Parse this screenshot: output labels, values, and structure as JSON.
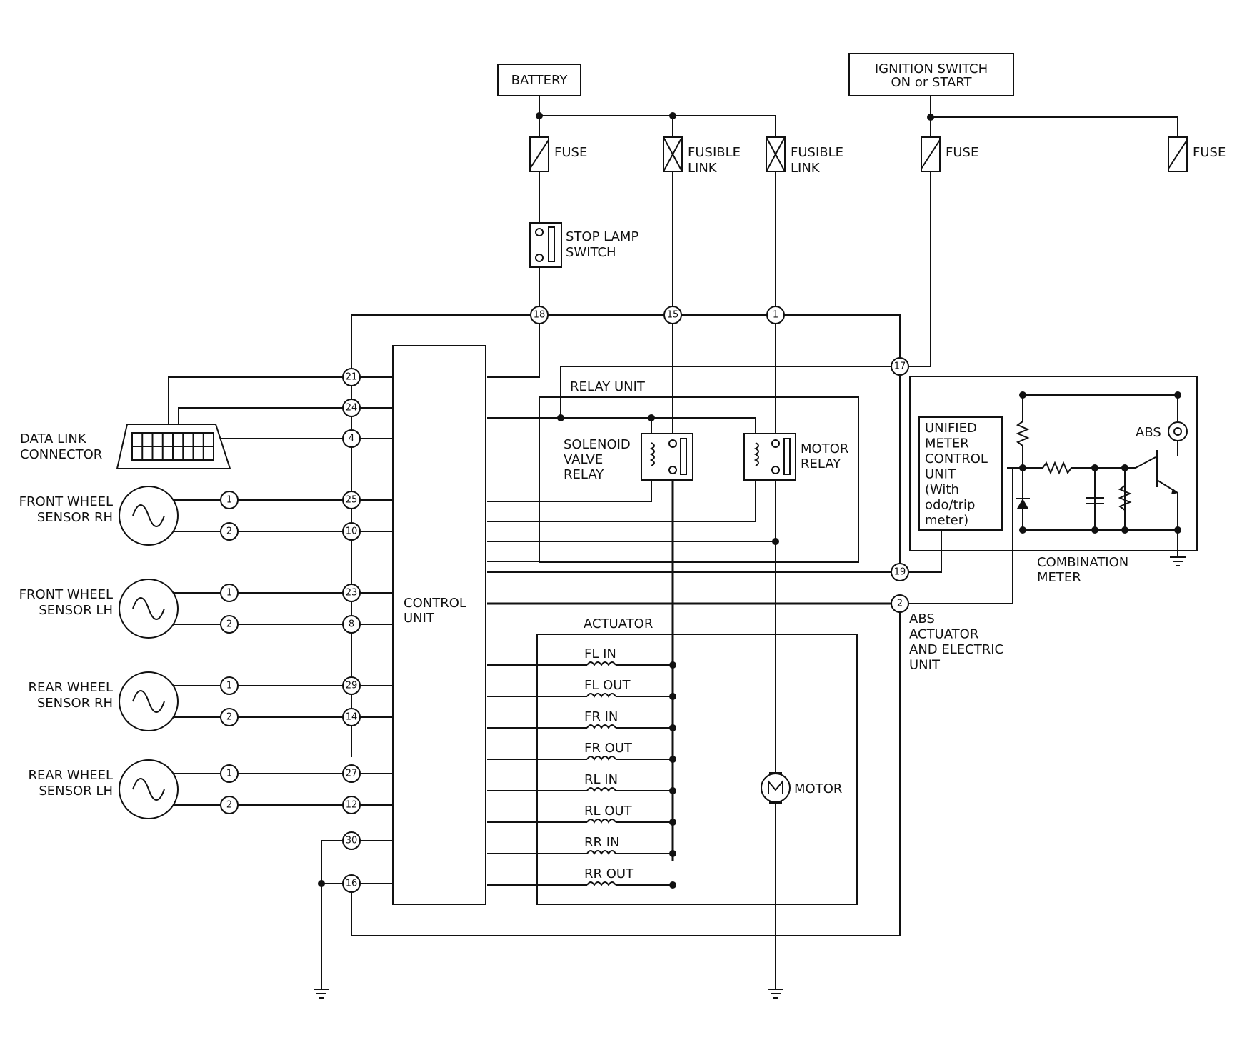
{
  "labels": {
    "battery": "BATTERY",
    "ignition_line1": "IGNITION SWITCH",
    "ignition_line2": "ON or START",
    "fuse": "FUSE",
    "fusible_line1": "FUSIBLE",
    "fusible_line2": "LINK",
    "stop_lamp_line1": "STOP LAMP",
    "stop_lamp_line2": "SWITCH",
    "relay_unit": "RELAY UNIT",
    "solenoid_line1": "SOLENOID",
    "solenoid_line2": "VALVE",
    "solenoid_line3": "RELAY",
    "motor_relay_line1": "MOTOR",
    "motor_relay_line2": "RELAY",
    "dlc_line1": "DATA LINK",
    "dlc_line2": "CONNECTOR",
    "control_line1": "CONTROL",
    "control_line2": "UNIT",
    "actuator": "ACTUATOR",
    "motor": "MOTOR",
    "abs": "ABS",
    "unified_lines": [
      "UNIFIED",
      "METER",
      "CONTROL",
      "UNIT",
      "(With",
      "odo/trip",
      "meter)"
    ],
    "combination_line1": "COMBINATION",
    "combination_line2": "METER",
    "abs_unit_lines": [
      "ABS",
      "ACTUATOR",
      "AND ELECTRIC",
      "UNIT"
    ]
  },
  "sensors": [
    {
      "line1": "FRONT WHEEL",
      "line2": "SENSOR RH",
      "pin_a": "25",
      "pin_b": "10"
    },
    {
      "line1": "FRONT WHEEL",
      "line2": "SENSOR LH",
      "pin_a": "23",
      "pin_b": "8"
    },
    {
      "line1": "REAR WHEEL",
      "line2": "SENSOR RH",
      "pin_a": "29",
      "pin_b": "14"
    },
    {
      "line1": "REAR WHEEL",
      "line2": "SENSOR LH",
      "pin_a": "27",
      "pin_b": "12"
    }
  ],
  "sensor_terminals": [
    "1",
    "2"
  ],
  "actuator_coils": [
    "FL IN",
    "FL OUT",
    "FR IN",
    "FR OUT",
    "RL IN",
    "RL OUT",
    "RR IN",
    "RR OUT"
  ],
  "connector_pins": {
    "stop_lamp": "18",
    "fusible_1": "15",
    "fusible_2": "1",
    "ignition": "17",
    "dlc_a": "21",
    "dlc_b": "24",
    "dlc_c": "4",
    "ground_a": "30",
    "ground_b": "16",
    "meter": "19",
    "warning": "2"
  }
}
